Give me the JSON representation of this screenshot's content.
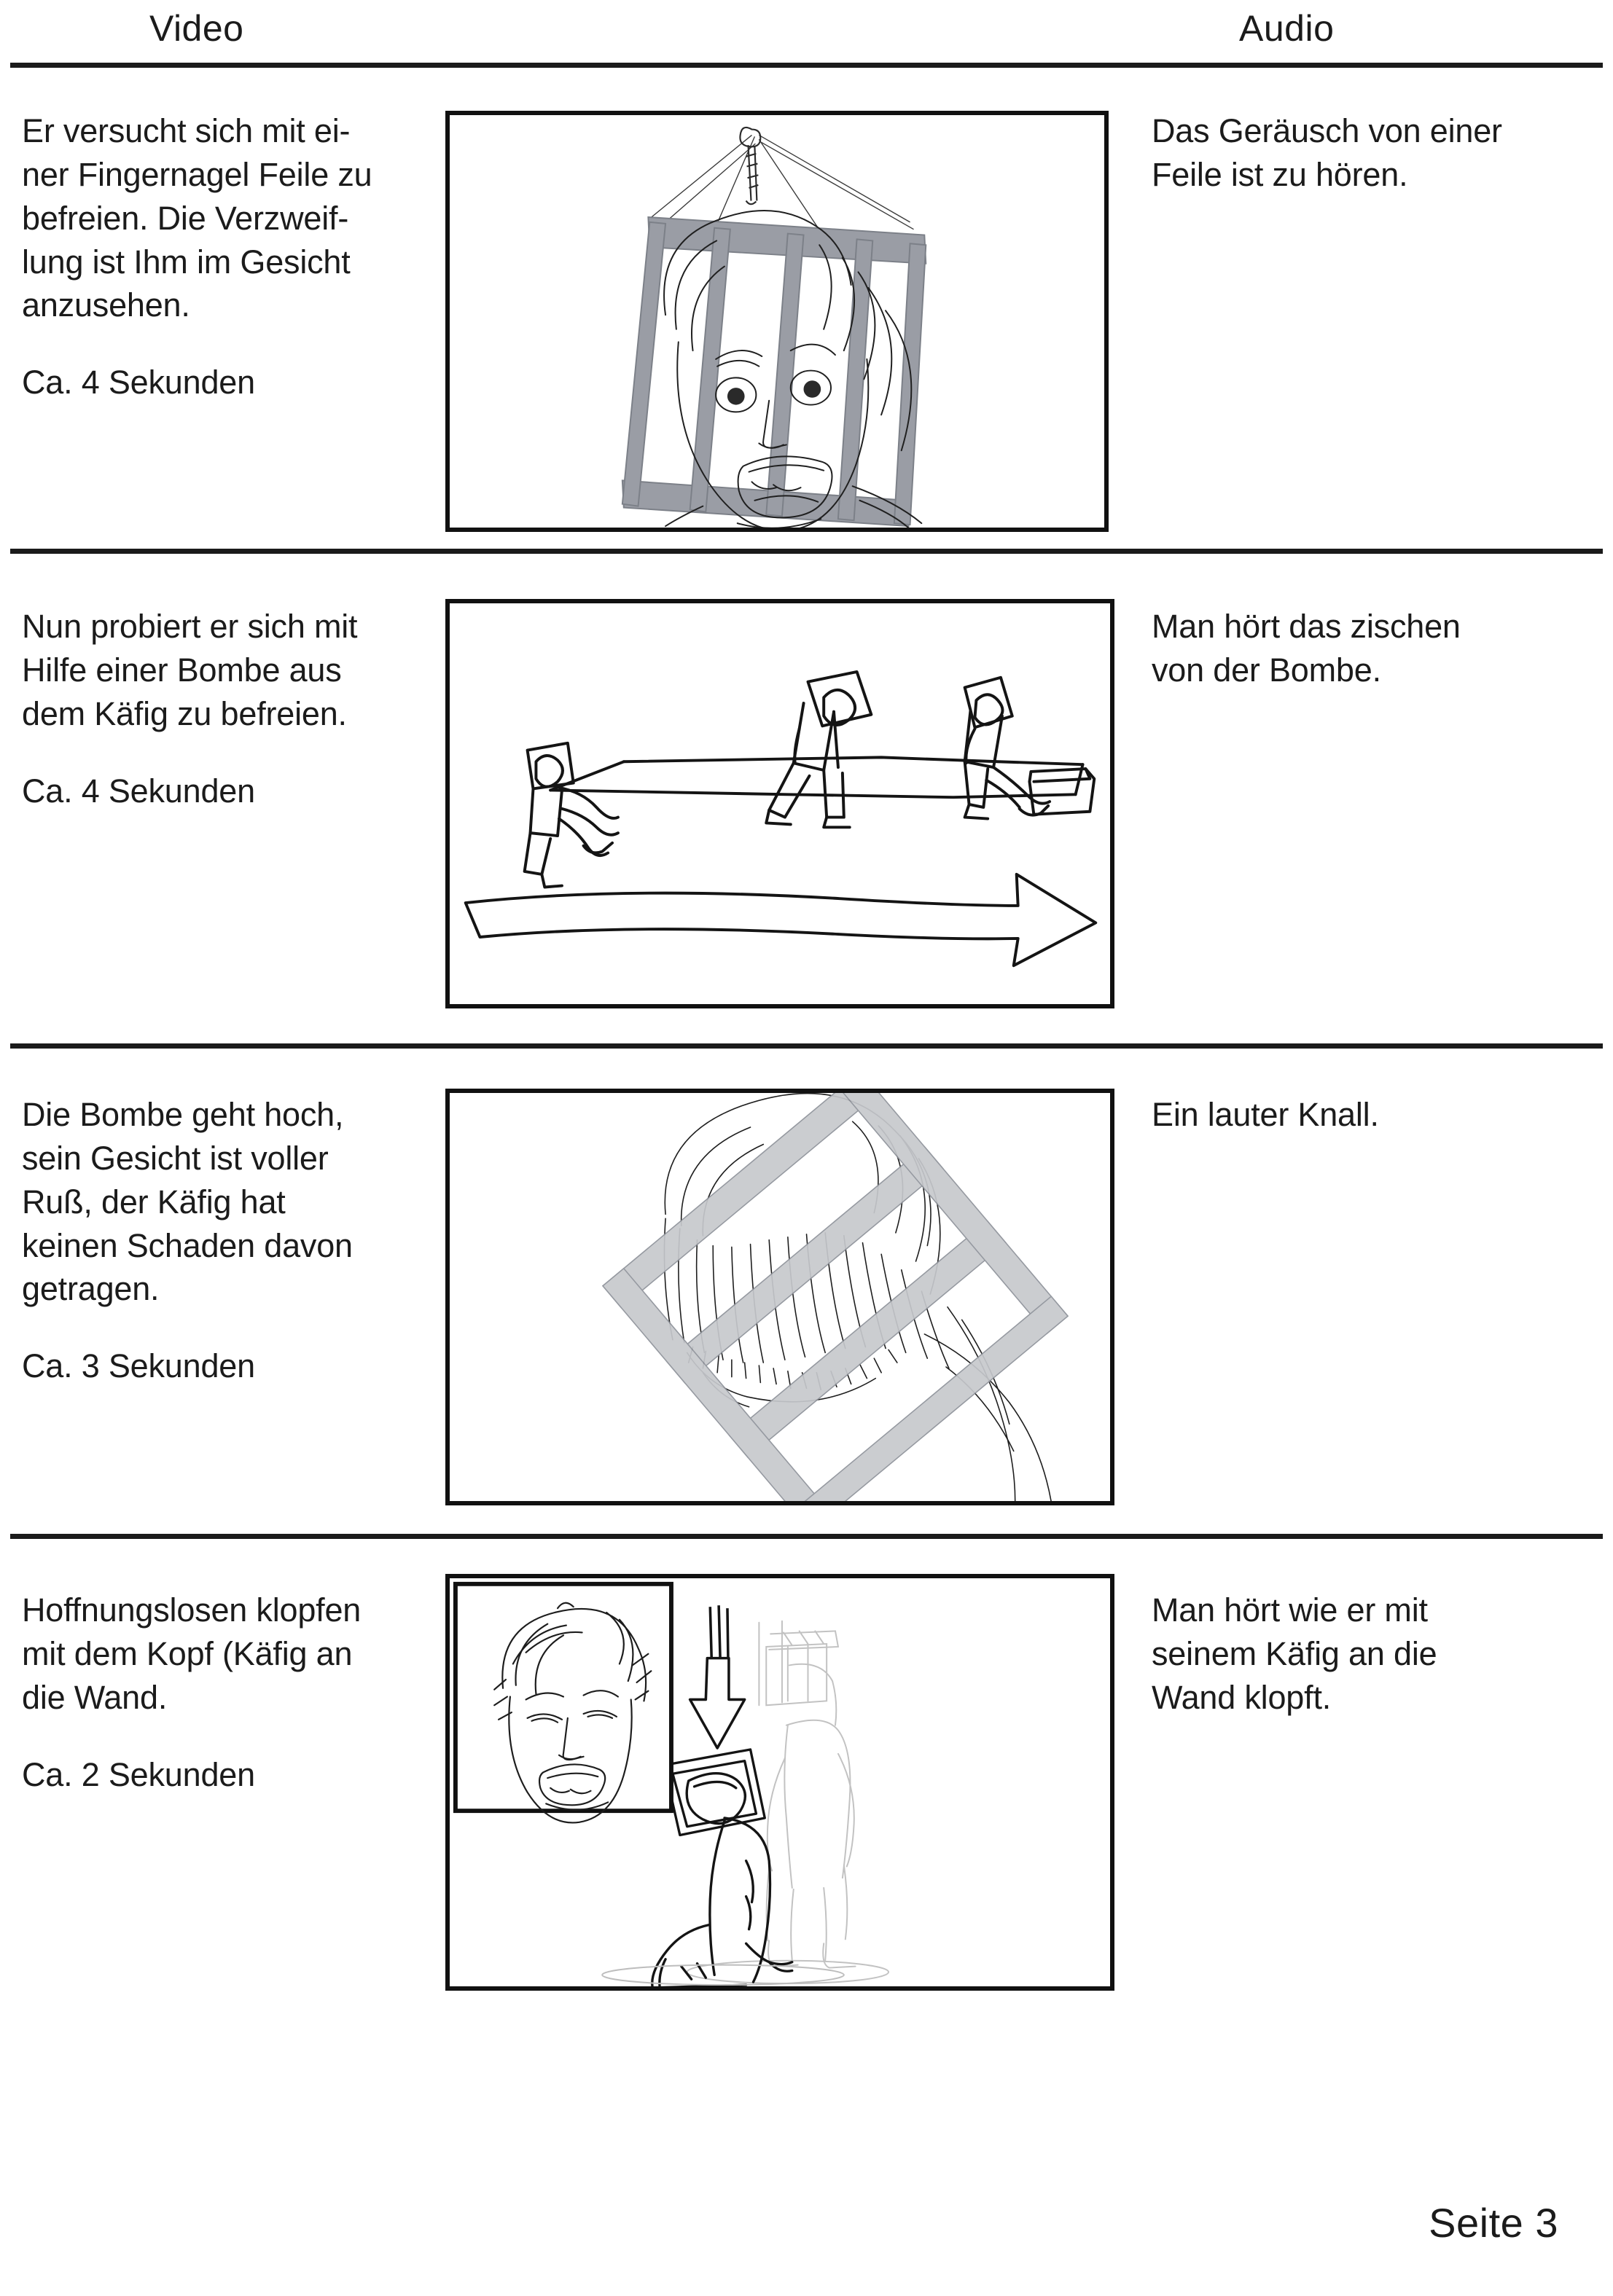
{
  "document": {
    "type": "storyboard",
    "page_label": "Seite 3"
  },
  "header": {
    "video_label": "Video",
    "audio_label": "Audio"
  },
  "scenes": [
    {
      "index": 1,
      "video_description": "Er versucht sich mit ei-\nner Fingernagel Feile zu\nbefreien. Die Verzweif-\nlung ist Ihm im Gesicht\nanzusehen.",
      "duration": "Ca. 4 Sekunden",
      "audio": "Das Geräusch von einer\nFeile ist zu hören.",
      "image_name": "man-in-cage-with-nail-file"
    },
    {
      "index": 2,
      "video_description": "Nun probiert er sich mit\nHilfe einer Bombe aus\ndem Käfig zu befreien.",
      "duration": "Ca. 4 Sekunden",
      "audio": "Man hört das zischen\nvon der Bombe.",
      "image_name": "figures-walking-with-arrow"
    },
    {
      "index": 3,
      "video_description": "Die Bombe geht hoch,\nsein Gesicht ist voller\nRuß, der Käfig hat\nkeinen Schaden davon\ngetragen.",
      "duration": "Ca. 3 Sekunden",
      "audio": "Ein lauter Knall.",
      "image_name": "sooty-face-behind-tilted-cage"
    },
    {
      "index": 4,
      "video_description": "Hoffnungslosen klopfen\nmit dem Kopf (Käfig an\ndie Wand.",
      "duration": "Ca. 2 Sekunden",
      "audio": "Man hört wie er mit\nseinem Käfig an die\nWand klopft.",
      "image_name": "kneeling-figure-knocking-head-on-wall"
    }
  ],
  "colors": {
    "ink": "#1b1b1b",
    "frame_border": "#111111",
    "cage_bar_fill": "#9a9da5",
    "cage_bar_stroke": "#7c8088",
    "sketch_stroke": "#222222",
    "sketch_light": "#b9b9b9",
    "paper": "#ffffff"
  }
}
